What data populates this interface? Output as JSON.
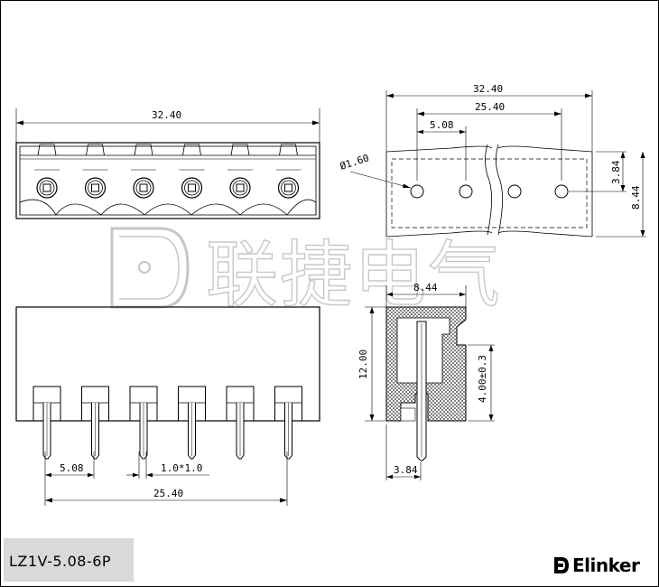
{
  "part_number": "LZ1V-5.08-6P",
  "brand": {
    "name": "Elinker"
  },
  "watermark": "联捷电气",
  "dimensions": {
    "overall_length": "32.40",
    "pin_span": "25.40",
    "pitch": "5.08",
    "hole_diameter": "Ø1.60",
    "row_offset": "3.84",
    "depth": "8.44",
    "height": "12.00",
    "pin_size": "1.0*1.0",
    "pin_length": "4.00±0.3",
    "side_offset": "3.84",
    "side_width": "8.44"
  },
  "pin_count": 6
}
